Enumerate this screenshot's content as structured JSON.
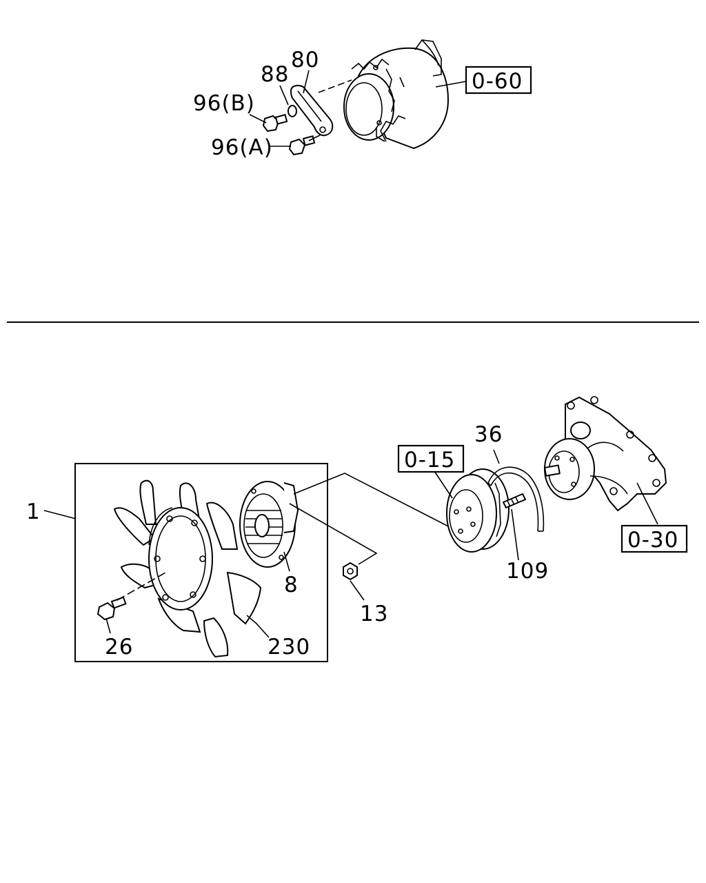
{
  "labels": {
    "part_80": "80",
    "part_88": "88",
    "part_96b": "96(B)",
    "part_96a": "96(A)",
    "part_1": "1",
    "part_8": "8",
    "part_13": "13",
    "part_26": "26",
    "part_230": "230",
    "part_36": "36",
    "part_109": "109"
  },
  "refs": {
    "ref_0_60": "0-60",
    "ref_0_15": "0-15",
    "ref_0_30": "0-30"
  },
  "icons": [
    "alternator-icon",
    "adjusting-plate-icon",
    "washer-icon",
    "bolt-icon",
    "fan-blade-icon",
    "fan-clutch-icon",
    "nut-icon",
    "pulley-icon",
    "v-belt-icon",
    "stud-icon",
    "water-pump-icon"
  ]
}
